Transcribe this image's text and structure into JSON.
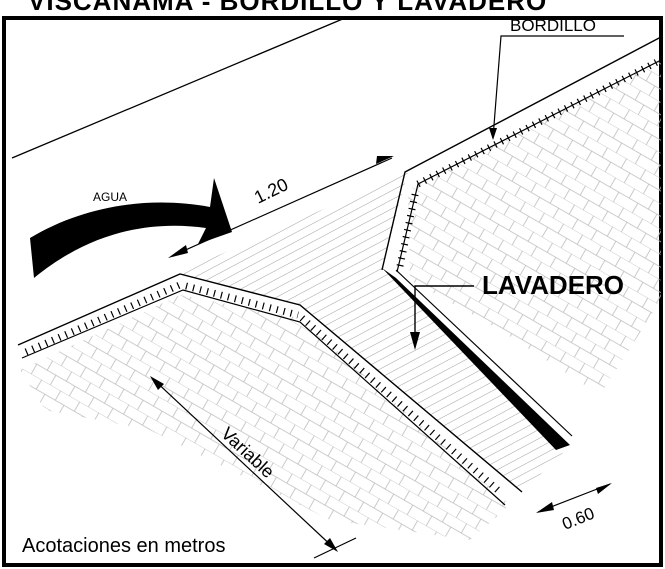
{
  "title": "VISCANAMA - BORDILLO Y LAVADERO",
  "labels": {
    "bordillo": "BORDILLO",
    "agua": "AGUA",
    "dim_120": "1.20",
    "lavadero": "LAVADERO",
    "variable": "Variable",
    "dim_060": "0.60",
    "note": "Acotaciones en metros"
  },
  "colors": {
    "line": "#000000",
    "background": "#ffffff"
  }
}
